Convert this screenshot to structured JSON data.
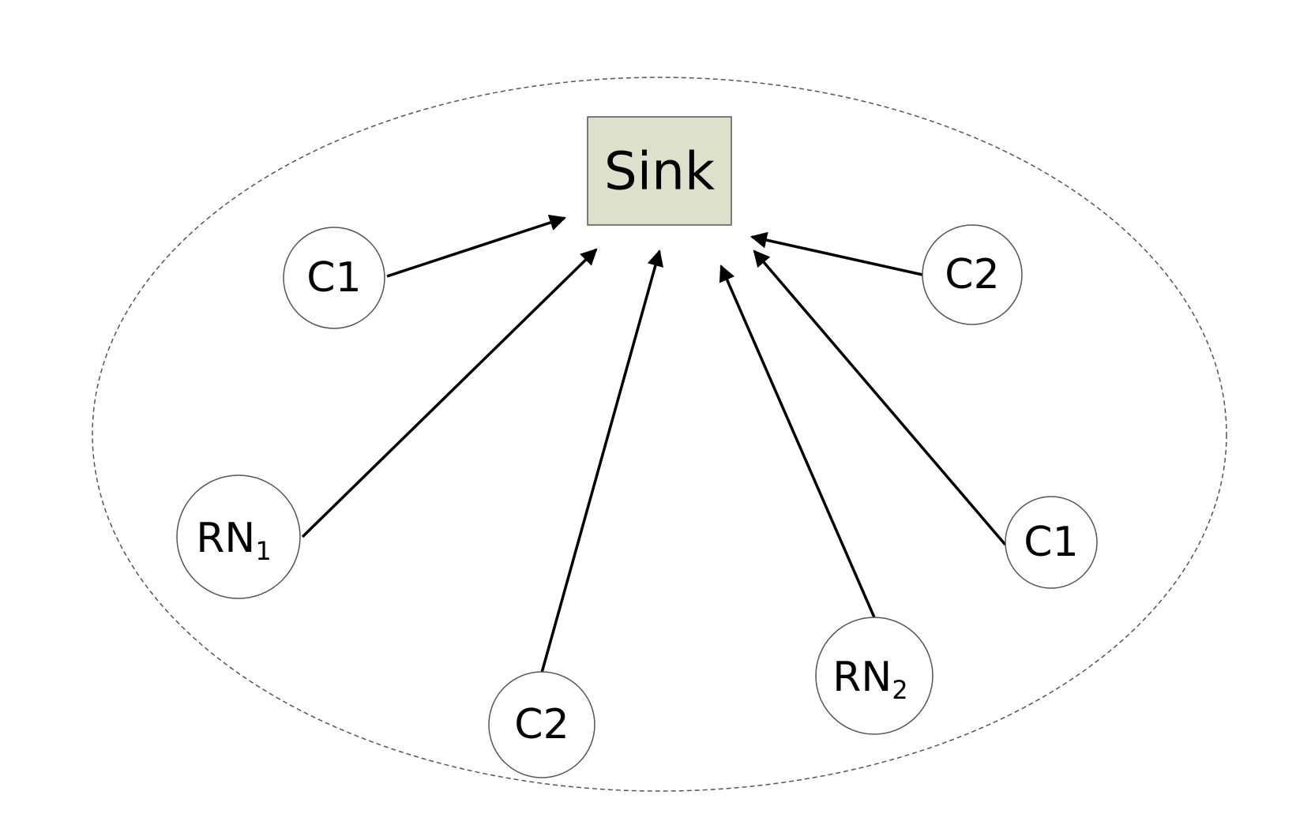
{
  "sink": {
    "label": "Sink",
    "fill": "#dde1cc"
  },
  "nodes": [
    {
      "id": "c1-top-left",
      "label": "C1",
      "subscript": ""
    },
    {
      "id": "rn1",
      "label": "RN",
      "subscript": "1"
    },
    {
      "id": "c2-bottom",
      "label": "C2",
      "subscript": ""
    },
    {
      "id": "rn2",
      "label": "RN",
      "subscript": "2"
    },
    {
      "id": "c1-right",
      "label": "C1",
      "subscript": ""
    },
    {
      "id": "c2-top-right",
      "label": "C2",
      "subscript": ""
    }
  ],
  "colors": {
    "stroke": "#000000",
    "boundary": "#555555"
  }
}
